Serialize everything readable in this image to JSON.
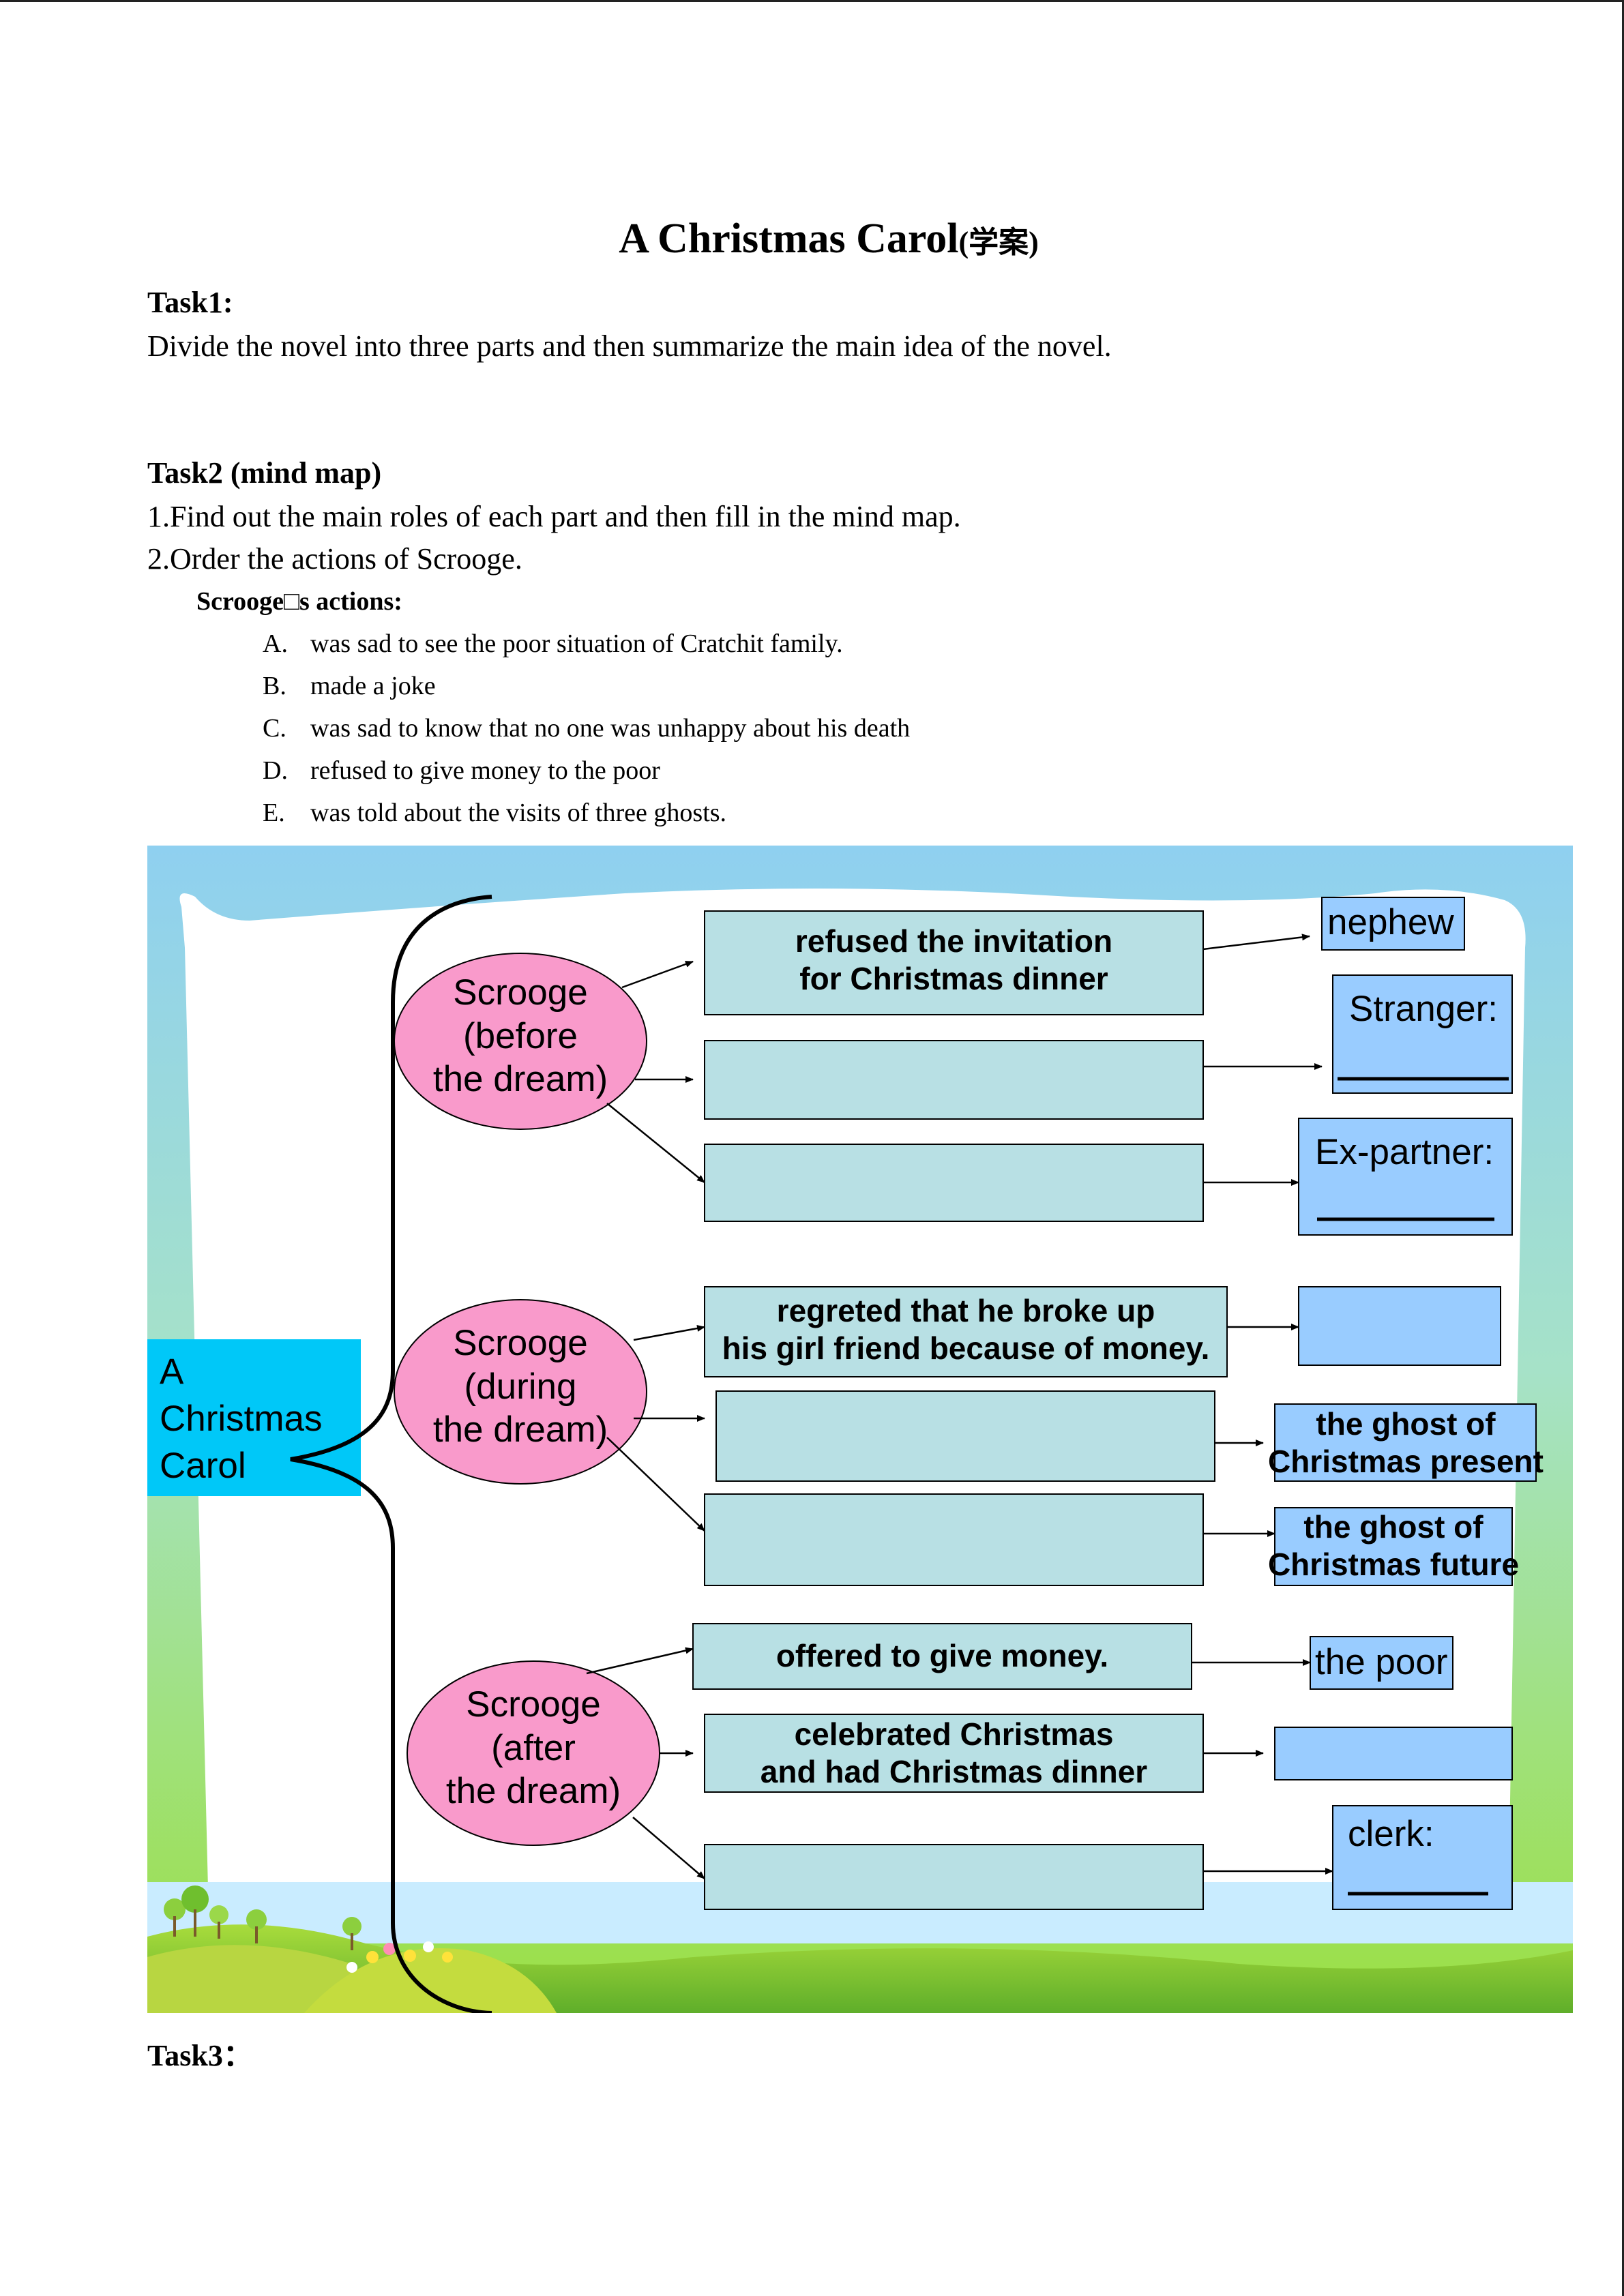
{
  "title": {
    "main": "A Christmas Carol",
    "cn": "(学案)"
  },
  "task1": {
    "heading": "Task1:",
    "text": "Divide the novel into three parts and then summarize the main idea of the novel."
  },
  "task2": {
    "heading": "Task2 (mind map)",
    "line1": "1.Find out the main roles of each part and then fill in the mind map.",
    "line2": "2.Order the actions of Scrooge.",
    "actions_label": "Scrooge□s actions:",
    "actions": [
      {
        "letter": "A.",
        "text": "was sad to see the poor situation of Cratchit family."
      },
      {
        "letter": "B.",
        "text": "made a joke"
      },
      {
        "letter": "C.",
        "text": "was sad to know that no one was unhappy about his death"
      },
      {
        "letter": "D.",
        "text": "refused to give money to the poor"
      },
      {
        "letter": "E.",
        "text": "was told about the visits of three ghosts."
      }
    ]
  },
  "mindmap": {
    "root": {
      "line1": "A",
      "line2": "Christmas",
      "line3": "Carol"
    },
    "ovals": [
      {
        "line1": "Scrooge",
        "line2": "(before",
        "line3": "the dream)"
      },
      {
        "line1": "Scrooge",
        "line2": "(during",
        "line3": "the dream)"
      },
      {
        "line1": "Scrooge",
        "line2": "(after",
        "line3": "the dream)"
      }
    ],
    "actions": {
      "a1_line1": "refused the invitation",
      "a1_line2": "for Christmas dinner",
      "a4_line1": "regreted that he broke up",
      "a4_line2": "his girl friend because of money.",
      "a7": "offered to give money.",
      "a8_line1": "celebrated Christmas",
      "a8_line2": "and had Christmas dinner"
    },
    "roles": {
      "r1": "nephew",
      "r2": "Stranger:",
      "r3": "Ex-partner:",
      "r5_line1": "the ghost of",
      "r5_line2": "Christmas present",
      "r6_line1": "the ghost of",
      "r6_line2": "Christmas future",
      "r7": "the poor",
      "r9": "clerk:"
    },
    "colors": {
      "sky": "#8fd0f0",
      "grass": "#8cc63f",
      "oval": "#f99acb",
      "action_box": "#b8e0e4",
      "role_box": "#99ccff",
      "root_box": "#00c8f8"
    }
  },
  "task3": {
    "heading": "Task3："
  }
}
